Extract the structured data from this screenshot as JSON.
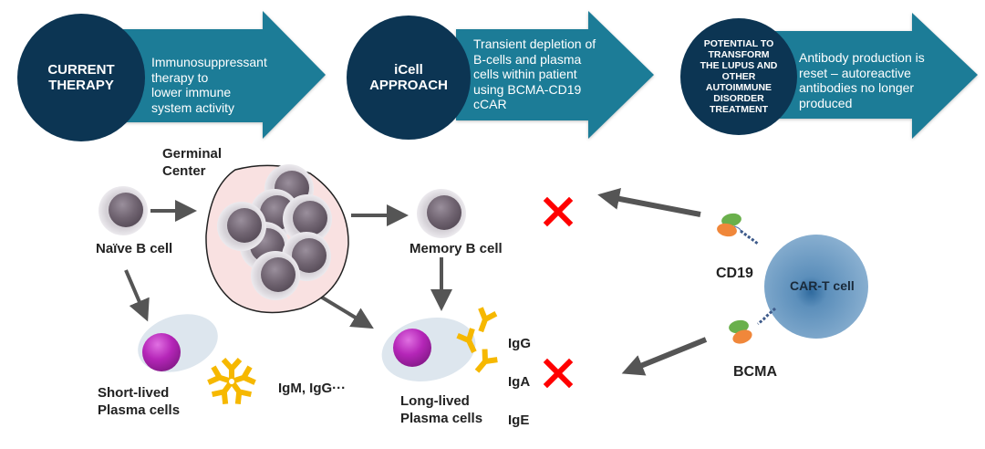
{
  "colors": {
    "circle": "#0c3553",
    "arrow": "#1f7b97",
    "cell_core": "#716572",
    "plasma_core": "#b526b8",
    "antibody": "#f6b800",
    "cross": "#ff0000",
    "car_t": "#5c8fbb",
    "connector": "#555555"
  },
  "steps": [
    {
      "circle_label": "CURRENT\nTHERAPY",
      "description": "Immunosuppressant\ntherapy to\nlower immune\nsystem activity"
    },
    {
      "circle_label": "iCell\nAPPROACH",
      "description": "Transient depletion of\nB-cells and plasma\ncells within patient\nusing BCMA-CD19\ncCAR"
    },
    {
      "circle_label": "POTENTIAL TO\nTRANSFORM\nTHE LUPUS  AND\nOTHER\nAUTOIMMUNE\nDISORDER\nTREATMENT",
      "description": "Antibody production is\nreset – autoreactive\nantibodies no longer\nproduced"
    }
  ],
  "diagram": {
    "germinal_center": "Germinal\nCenter",
    "naive_b_cell": "Naïve B cell",
    "memory_b_cell": "Memory B cell",
    "short_lived": "Short-lived\nPlasma cells",
    "short_lived_antibodies": "IgM, IgG···",
    "long_lived": "Long-lived\nPlasma cells",
    "long_lived_antibodies": [
      "IgG",
      "IgA",
      "IgE"
    ],
    "car_t_cell": "CAR-T cell",
    "cd19": "CD19",
    "bcma": "BCMA"
  }
}
